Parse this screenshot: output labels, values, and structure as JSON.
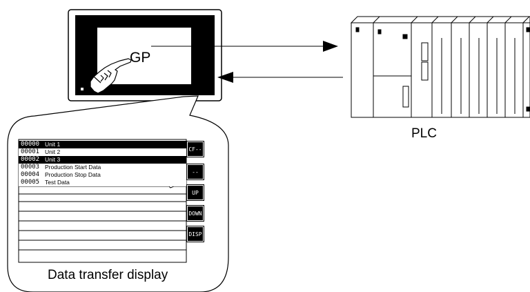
{
  "labels": {
    "gp": "GP",
    "plc": "PLC",
    "caption": "Data transfer display"
  },
  "screen": {
    "rows": [
      {
        "num": "00000",
        "text": "Unit 1",
        "selected": true
      },
      {
        "num": "00001",
        "text": "Unit 2",
        "selected": false
      },
      {
        "num": "00002",
        "text": "Unit 3",
        "selected": true
      },
      {
        "num": "00003",
        "text": "Production Start Data",
        "selected": false
      },
      {
        "num": "00004",
        "text": "Production Stop Data",
        "selected": false
      },
      {
        "num": "00005",
        "text": "Test Data",
        "selected": false
      }
    ],
    "buttons": [
      "CF-->",
      "-->CF",
      "UP",
      "DOWN",
      "DISP"
    ]
  }
}
